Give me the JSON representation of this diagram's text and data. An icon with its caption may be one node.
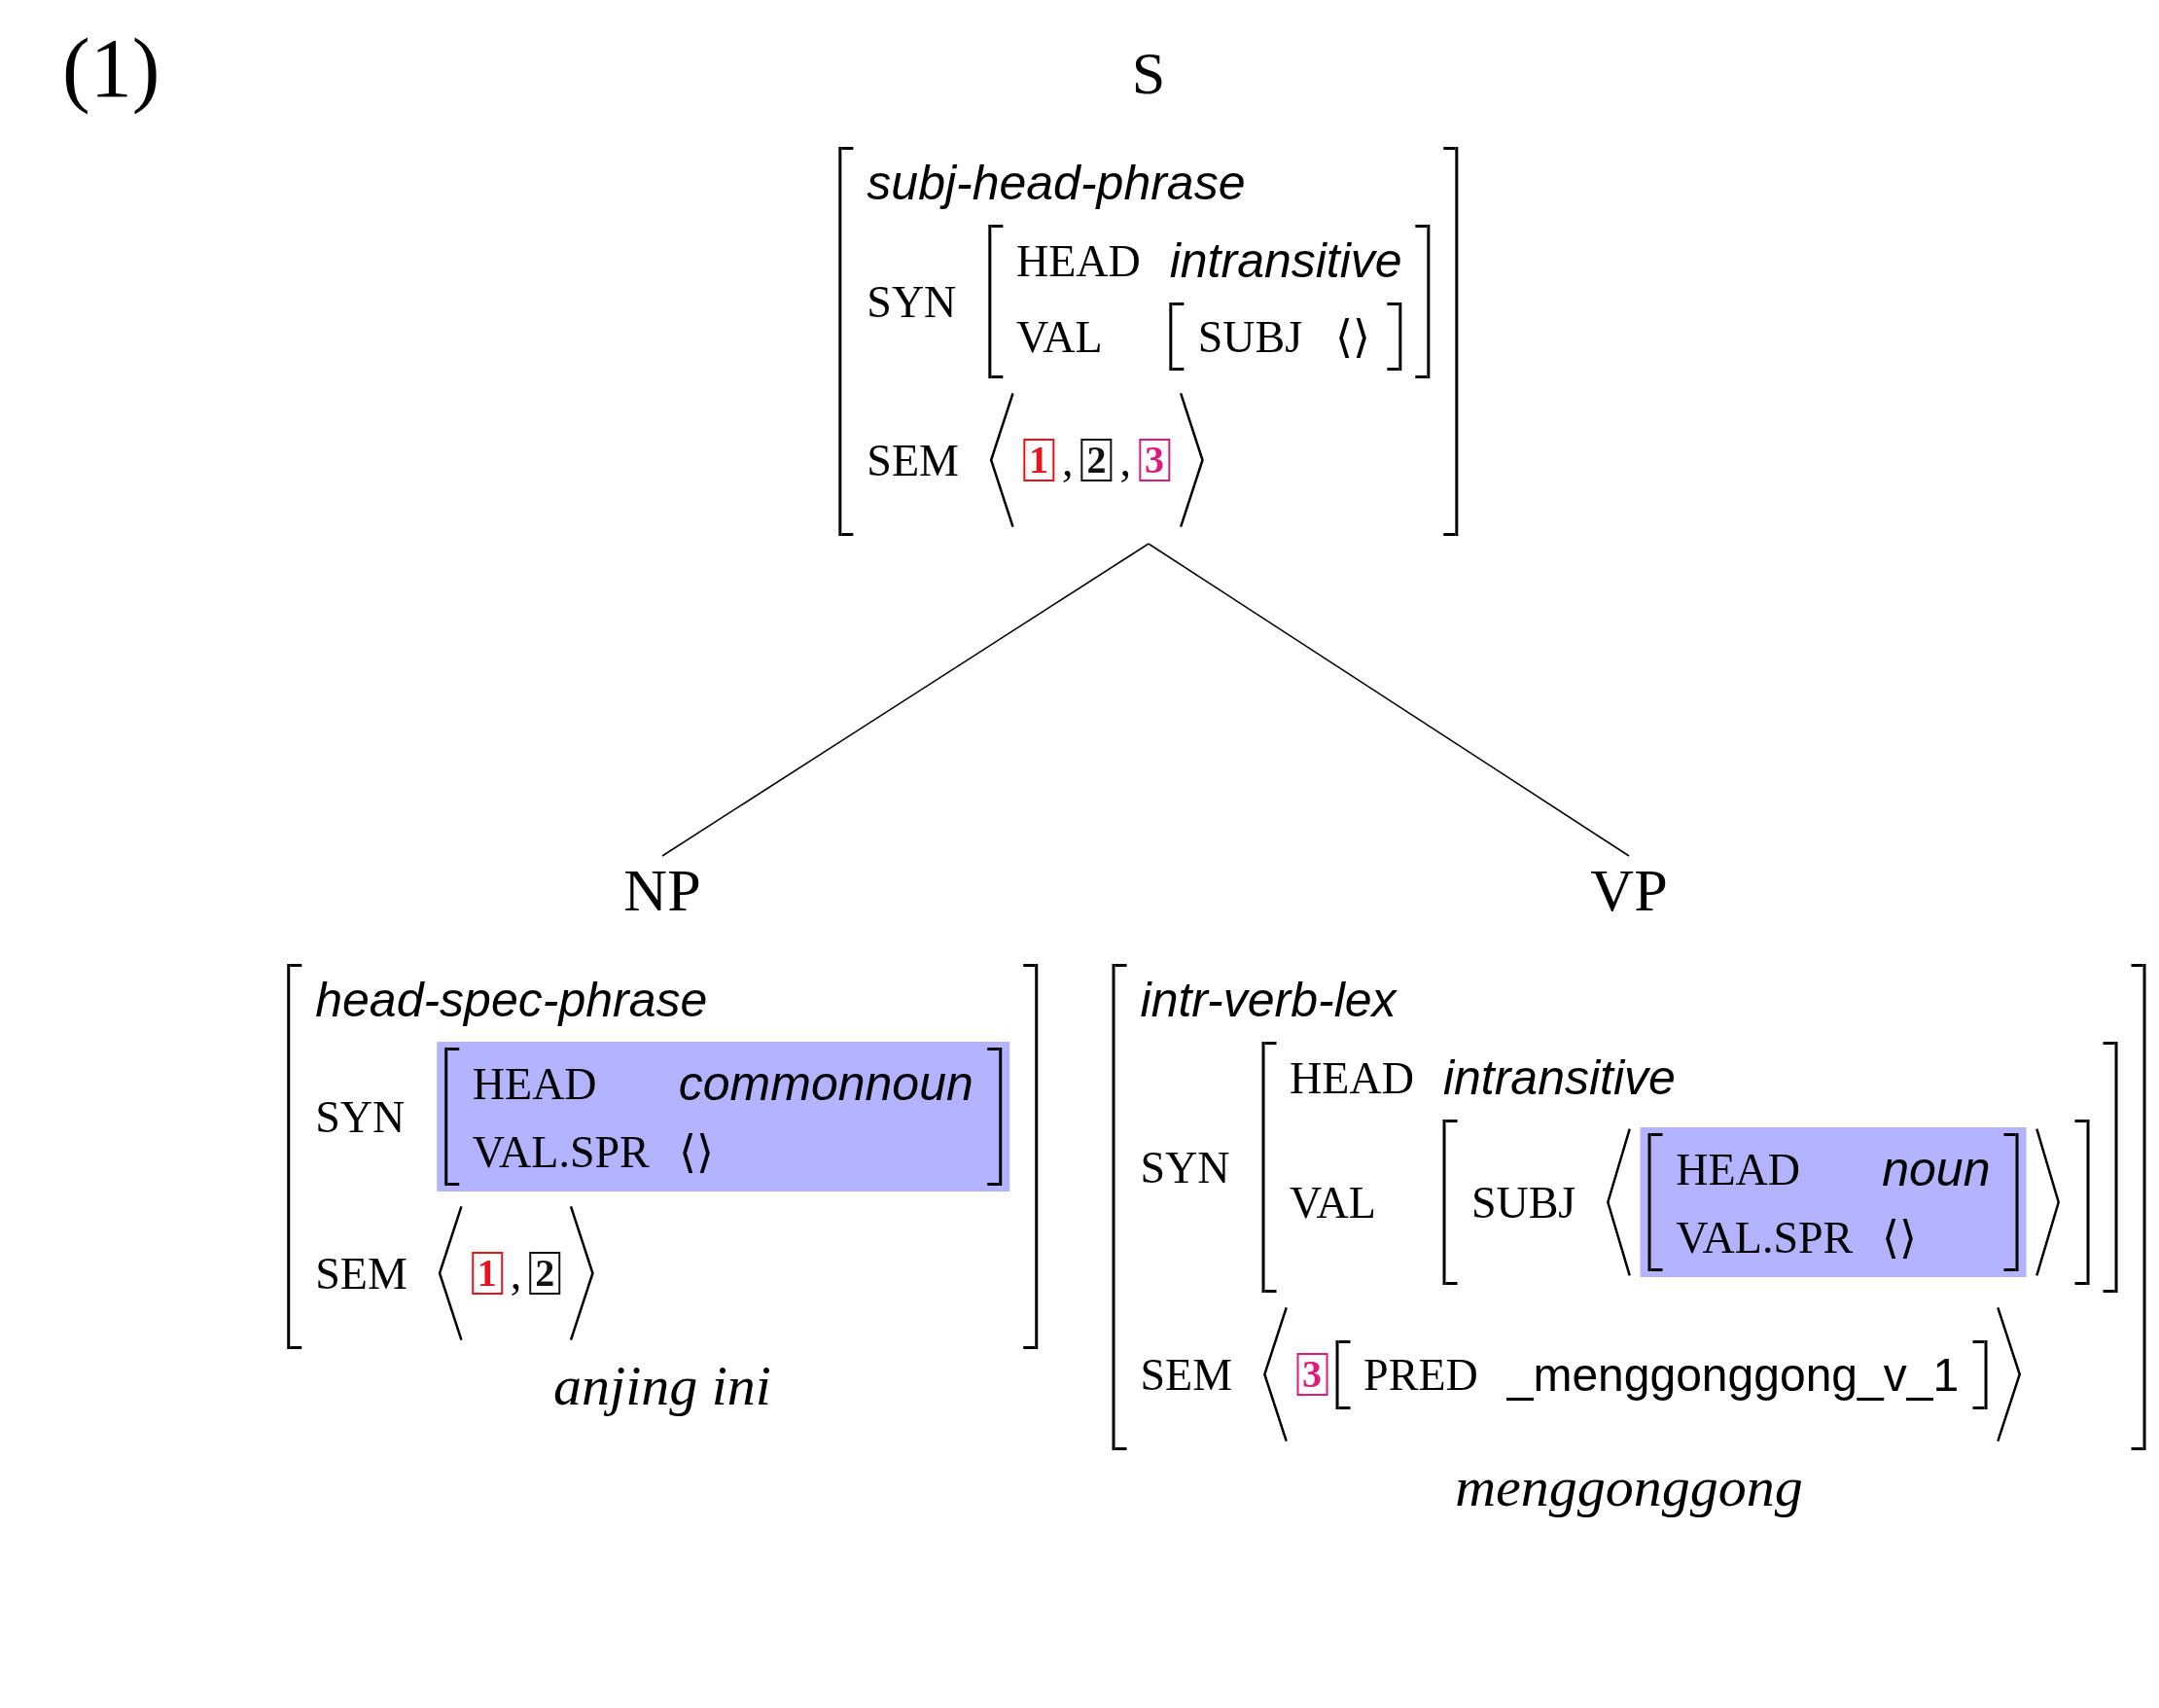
{
  "diagram": {
    "nodes": [
      {
        "text": [
          "S",
          "subj-head-phrase",
          "SYN",
          "SEM"
        ]
      },
      {
        "text": [
          "HEAD",
          "intransitive",
          "VAL"
        ],
        "in": 0
      },
      {
        "text": [
          "SUBJ",
          "⟨⟩"
        ],
        "in": 1
      },
      {
        "text": [
          "1"
        ],
        "in": 0
      },
      {
        "text": [
          "2"
        ],
        "in": 0
      },
      {
        "text": [
          "3"
        ],
        "in": 0
      },
      {
        "text": [
          "NP",
          "head-spec-phrase",
          "SYN",
          "SEM"
        ],
        "beside": [
          "anjing ini"
        ]
      },
      {
        "text": [
          "HEAD",
          "commonnoun",
          "VAL.SPR",
          "⟨⟩"
        ],
        "in": 6
      },
      {
        "text": [
          "1"
        ],
        "in": 6
      },
      {
        "text": [
          "2"
        ],
        "in": 6
      },
      {
        "text": [
          "VP",
          "intr-verb-lex",
          "SYN",
          "SEM"
        ],
        "beside": [
          "menggonggong"
        ]
      },
      {
        "text": [
          "HEAD",
          "intransitive",
          "VAL"
        ],
        "in": 10
      },
      {
        "text": [
          "SUBJ"
        ],
        "in": 11
      },
      {
        "text": [
          "HEAD",
          "noun",
          "VAL.SPR",
          "⟨⟩"
        ],
        "in": 12
      },
      {
        "text": [
          "3"
        ],
        "in": 10
      },
      {
        "text": [
          "PRED",
          "_menggonggong_v_1"
        ],
        "in": 10
      }
    ],
    "edges": [
      {
        "from": 0,
        "to": 6,
        "arrow": "none"
      },
      {
        "from": 0,
        "to": 10,
        "arrow": "none"
      }
    ],
    "labels": [
      "(1)",
      ",",
      ",",
      ","
    ]
  }
}
